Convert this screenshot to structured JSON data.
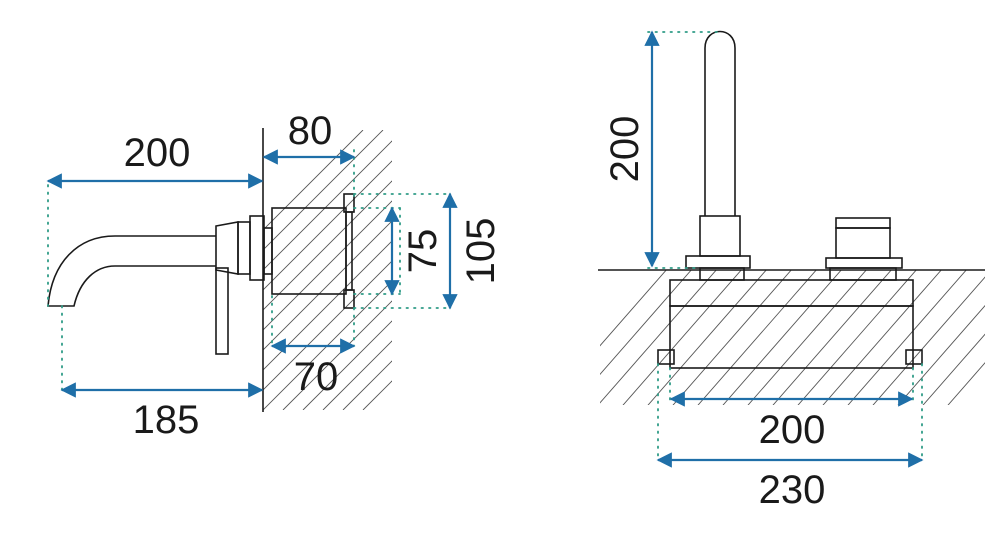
{
  "colors": {
    "dimension_arrow": "#1f6fa8",
    "extension_dots": "#2e9b86",
    "outline": "#1a1a1a",
    "hatch": "#555555",
    "text": "#1a1a1a"
  },
  "side_view": {
    "spout_length_total": "200",
    "spout_reach": "185",
    "wall_depth_max": "80",
    "wall_depth_min": "70",
    "body_height_inner": "75",
    "body_height_outer": "105"
  },
  "front_view": {
    "spout_height": "200",
    "center_distance": "200",
    "overall_width": "230"
  }
}
